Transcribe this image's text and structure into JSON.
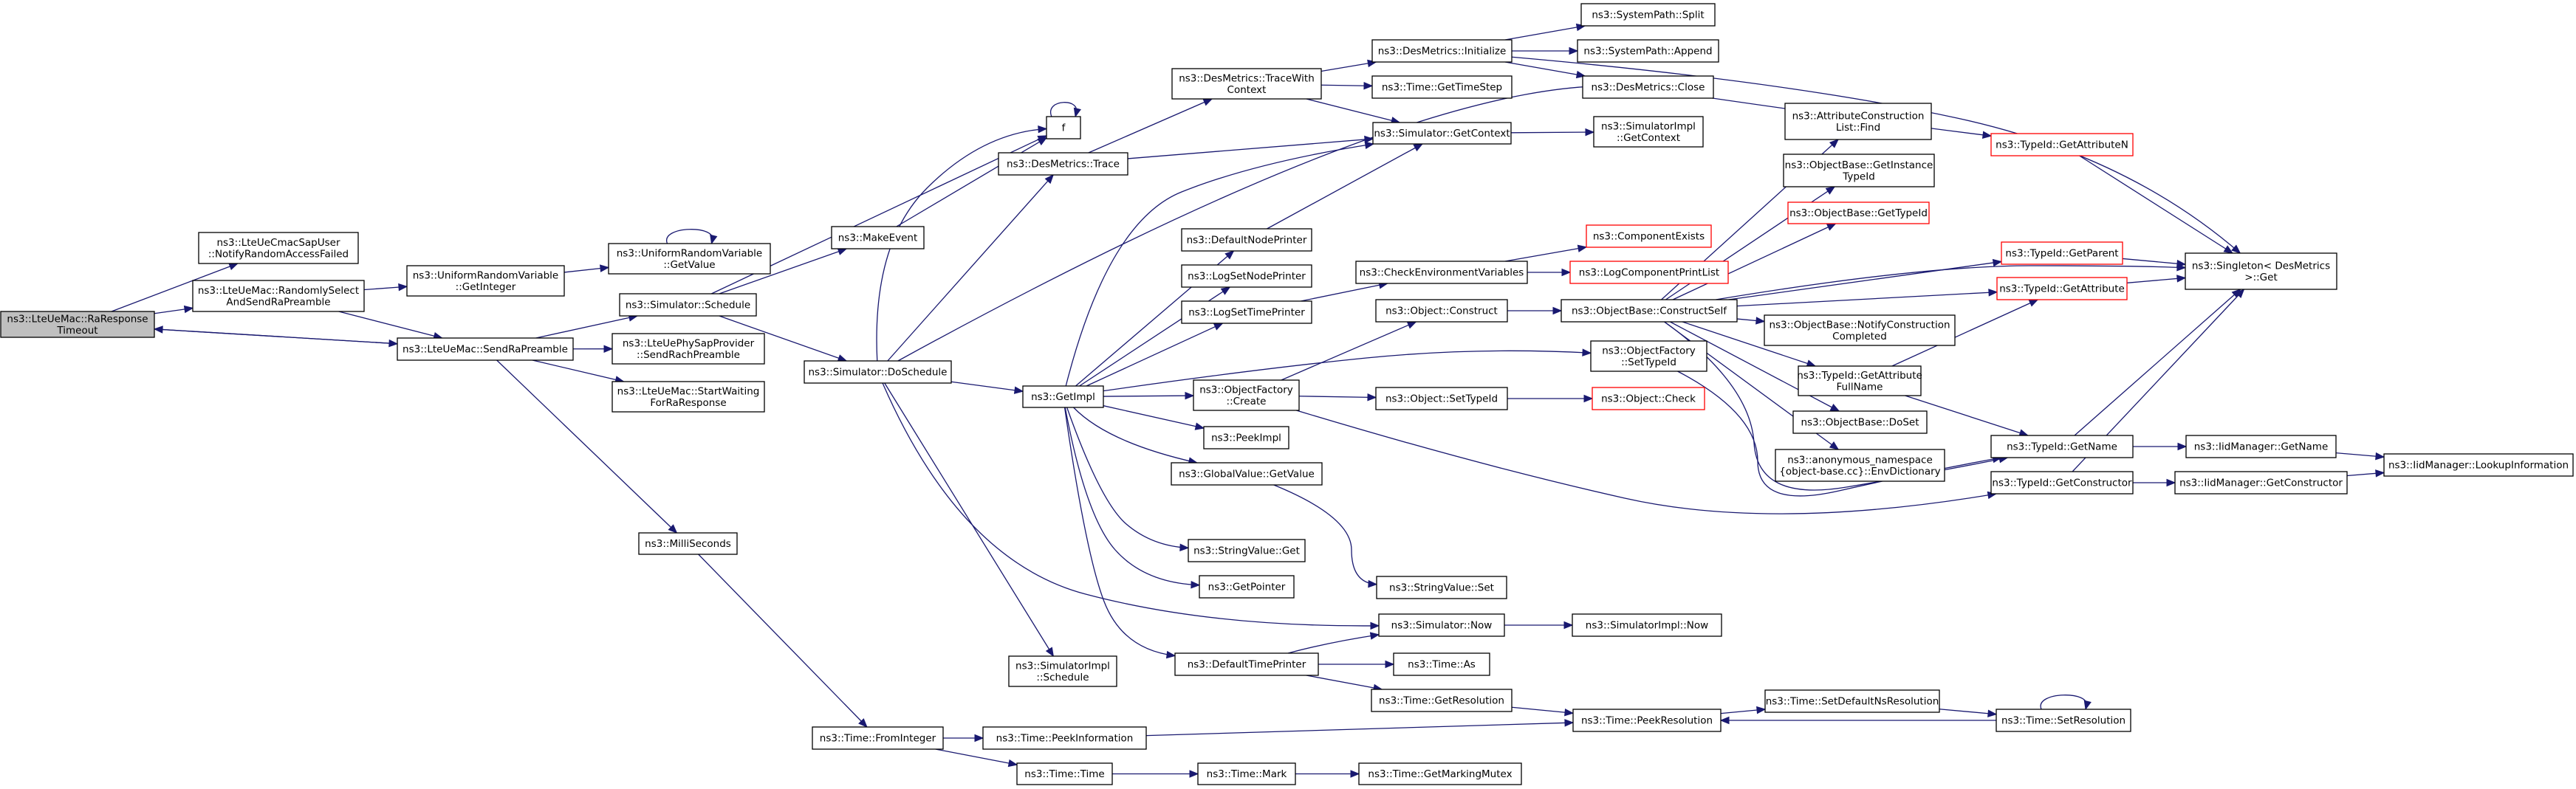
{
  "graph": {
    "title": "",
    "nodes": [
      {
        "id": "root",
        "lines": [
          "ns3::LteUeMac::RaResponse",
          "Timeout"
        ],
        "root": true
      },
      {
        "id": "notify",
        "lines": [
          "ns3::LteUeCmacSapUser",
          "::NotifyRandomAccessFailed"
        ]
      },
      {
        "id": "randsel",
        "lines": [
          "ns3::LteUeMac::RandomlySelect",
          "AndSendRaPreamble"
        ]
      },
      {
        "id": "sendra",
        "lines": [
          "ns3::LteUeMac::SendRaPreamble"
        ]
      },
      {
        "id": "urvgetint",
        "lines": [
          "ns3::UniformRandomVariable",
          "::GetInteger"
        ]
      },
      {
        "id": "urvgetval",
        "lines": [
          "ns3::UniformRandomVariable",
          "::GetValue"
        ]
      },
      {
        "id": "schedule",
        "lines": [
          "ns3::Simulator::Schedule"
        ]
      },
      {
        "id": "phyrach",
        "lines": [
          "ns3::LteUePhySapProvider",
          "::SendRachPreamble"
        ]
      },
      {
        "id": "startwait",
        "lines": [
          "ns3::LteUeMac::StartWaiting",
          "ForRaResponse"
        ]
      },
      {
        "id": "milli",
        "lines": [
          "ns3::MilliSeconds"
        ]
      },
      {
        "id": "makeevent",
        "lines": [
          "ns3::MakeEvent"
        ]
      },
      {
        "id": "f",
        "lines": [
          "f"
        ]
      },
      {
        "id": "dostrace",
        "lines": [
          "ns3::DesMetrics::Trace"
        ]
      },
      {
        "id": "dosched",
        "lines": [
          "ns3::Simulator::DoSchedule"
        ]
      },
      {
        "id": "getimpl",
        "lines": [
          "ns3::GetImpl"
        ]
      },
      {
        "id": "simimplsched",
        "lines": [
          "ns3::SimulatorImpl",
          "::Schedule"
        ]
      },
      {
        "id": "fromint",
        "lines": [
          "ns3::Time::FromInteger"
        ]
      },
      {
        "id": "peekinfo",
        "lines": [
          "ns3::Time::PeekInformation"
        ]
      },
      {
        "id": "timetime",
        "lines": [
          "ns3::Time::Time"
        ]
      },
      {
        "id": "timemark",
        "lines": [
          "ns3::Time::Mark"
        ]
      },
      {
        "id": "markmutex",
        "lines": [
          "ns3::Time::GetMarkingMutex"
        ]
      },
      {
        "id": "tracewith",
        "lines": [
          "ns3::DesMetrics::TraceWith",
          "Context"
        ]
      },
      {
        "id": "dminit",
        "lines": [
          "ns3::DesMetrics::Initialize"
        ]
      },
      {
        "id": "sysplit",
        "lines": [
          "ns3::SystemPath::Split"
        ]
      },
      {
        "id": "sysappend",
        "lines": [
          "ns3::SystemPath::Append"
        ]
      },
      {
        "id": "dmclose",
        "lines": [
          "ns3::DesMetrics::Close"
        ]
      },
      {
        "id": "gettimestep",
        "lines": [
          "ns3::Time::GetTimeStep"
        ]
      },
      {
        "id": "getcontext",
        "lines": [
          "ns3::Simulator::GetContext"
        ]
      },
      {
        "id": "simimplctx",
        "lines": [
          "ns3::SimulatorImpl",
          "::GetContext"
        ]
      },
      {
        "id": "defnodeprinter",
        "lines": [
          "ns3::DefaultNodePrinter"
        ]
      },
      {
        "id": "logsetnode",
        "lines": [
          "ns3::LogSetNodePrinter"
        ]
      },
      {
        "id": "logsettime",
        "lines": [
          "ns3::LogSetTimePrinter"
        ]
      },
      {
        "id": "checkenv",
        "lines": [
          "ns3::CheckEnvironmentVariables"
        ]
      },
      {
        "id": "compexists",
        "lines": [
          "ns3::ComponentExists"
        ],
        "red": true
      },
      {
        "id": "logcomplist",
        "lines": [
          "ns3::LogComponentPrintList"
        ],
        "red": true
      },
      {
        "id": "objconstruct",
        "lines": [
          "ns3::Object::Construct"
        ]
      },
      {
        "id": "constructself",
        "lines": [
          "ns3::ObjectBase::ConstructSelf"
        ]
      },
      {
        "id": "objfactcreate",
        "lines": [
          "ns3::ObjectFactory",
          "::Create"
        ]
      },
      {
        "id": "objfactset",
        "lines": [
          "ns3::ObjectFactory",
          "::SetTypeId"
        ]
      },
      {
        "id": "objsettypeid",
        "lines": [
          "ns3::Object::SetTypeId"
        ]
      },
      {
        "id": "objcheck",
        "lines": [
          "ns3::Object::Check"
        ],
        "red": true
      },
      {
        "id": "peekimpl",
        "lines": [
          "ns3::PeekImpl"
        ]
      },
      {
        "id": "globalget",
        "lines": [
          "ns3::GlobalValue::GetValue"
        ]
      },
      {
        "id": "strset",
        "lines": [
          "ns3::StringValue::Set"
        ]
      },
      {
        "id": "strget",
        "lines": [
          "ns3::StringValue::Get"
        ]
      },
      {
        "id": "getpointer",
        "lines": [
          "ns3::GetPointer"
        ]
      },
      {
        "id": "simnow",
        "lines": [
          "ns3::Simulator::Now"
        ]
      },
      {
        "id": "simimplnow",
        "lines": [
          "ns3::SimulatorImpl::Now"
        ]
      },
      {
        "id": "deftimeprinter",
        "lines": [
          "ns3::DefaultTimePrinter"
        ]
      },
      {
        "id": "timeas",
        "lines": [
          "ns3::Time::As"
        ]
      },
      {
        "id": "getresolution",
        "lines": [
          "ns3::Time::GetResolution"
        ]
      },
      {
        "id": "peekres",
        "lines": [
          "ns3::Time::PeekResolution"
        ]
      },
      {
        "id": "setdefres",
        "lines": [
          "ns3::Time::SetDefaultNsResolution"
        ]
      },
      {
        "id": "setres",
        "lines": [
          "ns3::Time::SetResolution"
        ]
      },
      {
        "id": "attrfind",
        "lines": [
          "ns3::AttributeConstruction",
          "List::Find"
        ]
      },
      {
        "id": "getinsttype",
        "lines": [
          "ns3::ObjectBase::GetInstance",
          "TypeId"
        ]
      },
      {
        "id": "obgettypeid",
        "lines": [
          "ns3::ObjectBase::GetTypeId"
        ],
        "red": true
      },
      {
        "id": "notifycons",
        "lines": [
          "ns3::ObjectBase::NotifyConstruction",
          "Completed"
        ]
      },
      {
        "id": "getattrfull",
        "lines": [
          "ns3::TypeId::GetAttribute",
          "FullName"
        ]
      },
      {
        "id": "doset",
        "lines": [
          "ns3::ObjectBase::DoSet"
        ]
      },
      {
        "id": "envdict",
        "lines": [
          "ns3::anonymous_namespace",
          "{object-base.cc}::EnvDictionary"
        ]
      },
      {
        "id": "getattrn",
        "lines": [
          "ns3::TypeId::GetAttributeN"
        ],
        "red": true
      },
      {
        "id": "getparent",
        "lines": [
          "ns3::TypeId::GetParent"
        ],
        "red": true
      },
      {
        "id": "getattr",
        "lines": [
          "ns3::TypeId::GetAttribute"
        ],
        "red": true
      },
      {
        "id": "singleton",
        "lines": [
          "ns3::Singleton< DesMetrics",
          ">::Get"
        ]
      },
      {
        "id": "tgetname",
        "lines": [
          "ns3::TypeId::GetName"
        ]
      },
      {
        "id": "tgetcons",
        "lines": [
          "ns3::TypeId::GetConstructor"
        ]
      },
      {
        "id": "iidgetname",
        "lines": [
          "ns3::IidManager::GetName"
        ]
      },
      {
        "id": "iidgetcons",
        "lines": [
          "ns3::IidManager::GetConstructor"
        ]
      },
      {
        "id": "iidlookup",
        "lines": [
          "ns3::IidManager::LookupInformation"
        ]
      }
    ],
    "edges": [
      [
        "root",
        "notify"
      ],
      [
        "root",
        "randsel"
      ],
      [
        "root",
        "sendra"
      ],
      [
        "randsel",
        "urvgetint"
      ],
      [
        "randsel",
        "sendra"
      ],
      [
        "urvgetint",
        "urvgetval"
      ],
      [
        "urvgetval",
        "urvgetval"
      ],
      [
        "sendra",
        "root"
      ],
      [
        "sendra",
        "schedule"
      ],
      [
        "sendra",
        "phyrach"
      ],
      [
        "sendra",
        "startwait"
      ],
      [
        "sendra",
        "milli"
      ],
      [
        "schedule",
        "makeevent"
      ],
      [
        "schedule",
        "f"
      ],
      [
        "schedule",
        "dosched"
      ],
      [
        "makeevent",
        "f"
      ],
      [
        "f",
        "f"
      ],
      [
        "milli",
        "fromint"
      ],
      [
        "dosched",
        "dostrace"
      ],
      [
        "dosched",
        "getimpl"
      ],
      [
        "dosched",
        "simimplsched"
      ],
      [
        "dosched",
        "simnow"
      ],
      [
        "dosched",
        "getattrn"
      ],
      [
        "dosched",
        "f"
      ],
      [
        "dostrace",
        "tracewith"
      ],
      [
        "dostrace",
        "getcontext"
      ],
      [
        "tracewith",
        "dminit"
      ],
      [
        "tracewith",
        "gettimestep"
      ],
      [
        "tracewith",
        "getcontext"
      ],
      [
        "dminit",
        "sysplit"
      ],
      [
        "dminit",
        "sysappend"
      ],
      [
        "dminit",
        "dmclose"
      ],
      [
        "dminit",
        "singleton"
      ],
      [
        "getcontext",
        "simimplctx"
      ],
      [
        "getimpl",
        "getcontext"
      ],
      [
        "getimpl",
        "defnodeprinter"
      ],
      [
        "getimpl",
        "logsetnode"
      ],
      [
        "getimpl",
        "logsettime"
      ],
      [
        "getimpl",
        "objfactcreate"
      ],
      [
        "getimpl",
        "objfactset"
      ],
      [
        "getimpl",
        "peekimpl"
      ],
      [
        "getimpl",
        "globalget"
      ],
      [
        "getimpl",
        "strget"
      ],
      [
        "getimpl",
        "getpointer"
      ],
      [
        "getimpl",
        "deftimeprinter"
      ],
      [
        "defnodeprinter",
        "getcontext"
      ],
      [
        "logsettime",
        "checkenv"
      ],
      [
        "checkenv",
        "compexists"
      ],
      [
        "checkenv",
        "logcomplist"
      ],
      [
        "objfactcreate",
        "objconstruct"
      ],
      [
        "objfactcreate",
        "objsettypeid"
      ],
      [
        "objfactcreate",
        "tgetcons"
      ],
      [
        "objconstruct",
        "constructself"
      ],
      [
        "objsettypeid",
        "objcheck"
      ],
      [
        "objfactset",
        "tgetname"
      ],
      [
        "globalget",
        "strset"
      ],
      [
        "deftimeprinter",
        "simnow"
      ],
      [
        "deftimeprinter",
        "timeas"
      ],
      [
        "deftimeprinter",
        "getresolution"
      ],
      [
        "simnow",
        "simimplnow"
      ],
      [
        "getresolution",
        "peekres"
      ],
      [
        "fromint",
        "peekinfo"
      ],
      [
        "fromint",
        "timetime"
      ],
      [
        "peekinfo",
        "peekres"
      ],
      [
        "timetime",
        "timemark"
      ],
      [
        "timemark",
        "markmutex"
      ],
      [
        "peekres",
        "setdefres"
      ],
      [
        "setdefres",
        "setres"
      ],
      [
        "setres",
        "peekres"
      ],
      [
        "setres",
        "setres"
      ],
      [
        "constructself",
        "attrfind"
      ],
      [
        "constructself",
        "getinsttype"
      ],
      [
        "constructself",
        "obgettypeid"
      ],
      [
        "constructself",
        "notifycons"
      ],
      [
        "constructself",
        "getattrfull"
      ],
      [
        "constructself",
        "doset"
      ],
      [
        "constructself",
        "envdict"
      ],
      [
        "constructself",
        "getparent"
      ],
      [
        "constructself",
        "getattr"
      ],
      [
        "constructself",
        "tgetname"
      ],
      [
        "constructself",
        "singleton"
      ],
      [
        "getattrfull",
        "getattr"
      ],
      [
        "getattrfull",
        "tgetname"
      ],
      [
        "getattrn",
        "singleton"
      ],
      [
        "getparent",
        "singleton"
      ],
      [
        "getattr",
        "singleton"
      ],
      [
        "tgetname",
        "singleton"
      ],
      [
        "tgetname",
        "iidgetname"
      ],
      [
        "tgetcons",
        "singleton"
      ],
      [
        "tgetcons",
        "iidgetcons"
      ],
      [
        "iidgetname",
        "iidlookup"
      ],
      [
        "iidgetcons",
        "iidlookup"
      ]
    ]
  }
}
